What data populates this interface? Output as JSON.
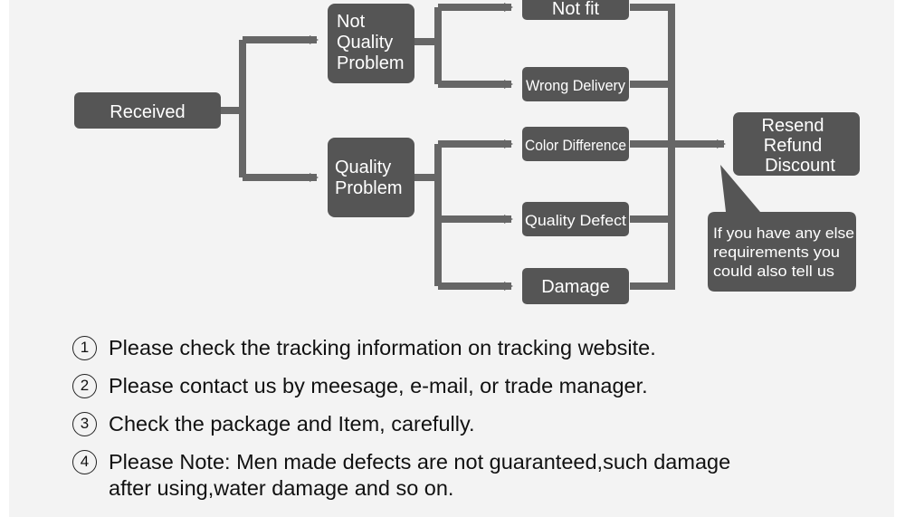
{
  "flowchart": {
    "received": "Received",
    "not_quality_problem": [
      "Not",
      "Quality",
      "Problem"
    ],
    "quality_problem": [
      "Quality",
      "Problem"
    ],
    "not_fit": "Not fit",
    "wrong_delivery": "Wrong Delivery",
    "color_difference": "Color Difference",
    "quality_defect": "Quality Defect",
    "damage": "Damage",
    "outcome": [
      "Resend",
      "Refund",
      "Discount"
    ],
    "callout": [
      "If you have any else",
      "requirements you",
      "could also tell us"
    ]
  },
  "notes": [
    {
      "num": "1",
      "lines": [
        "Please check the tracking information on tracking website."
      ]
    },
    {
      "num": "2",
      "lines": [
        "Please contact us by meesage, e-mail, or trade manager."
      ]
    },
    {
      "num": "3",
      "lines": [
        "Check the package and Item, carefully."
      ]
    },
    {
      "num": "4",
      "lines": [
        "Please Note: Men made defects  are not guaranteed,such damage",
        "after using,water damage and so on."
      ]
    }
  ],
  "colors": {
    "node": "#555555",
    "connector": "#666666",
    "background": "#f3f3f3"
  }
}
